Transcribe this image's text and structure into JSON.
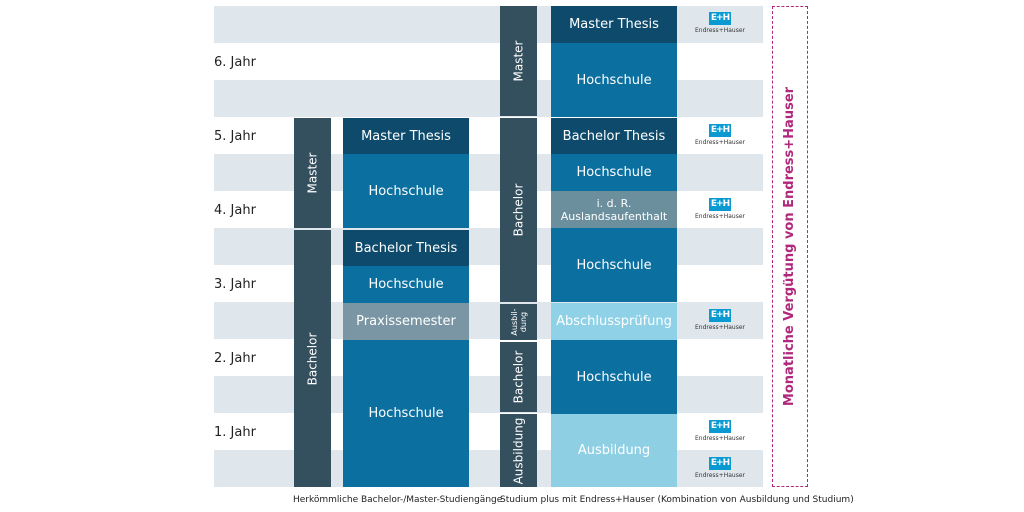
{
  "years": [
    "6. Jahr",
    "5. Jahr",
    "4. Jahr",
    "3. Jahr",
    "2. Jahr",
    "1. Jahr"
  ],
  "left_side": {
    "master": "Master",
    "bachelor": "Bachelor"
  },
  "left_blocks": {
    "master_thesis": "Master Thesis",
    "hochschule_master": "Hochschule",
    "bachelor_thesis": "Bachelor Thesis",
    "hochschule_3": "Hochschule",
    "praxissemester": "Praxissemester",
    "hochschule_bachelor": "Hochschule"
  },
  "right_side": {
    "master": "Master",
    "bachelor_upper": "Bachelor",
    "ausbildung_mid": "Ausbil-\ndung",
    "bachelor_lower": "Bachelor",
    "ausbildung_lower": "Ausbildung"
  },
  "right_blocks": {
    "master_thesis": "Master Thesis",
    "hochschule_master": "Hochschule",
    "bachelor_thesis": "Bachelor Thesis",
    "hochschule_4": "Hochschule",
    "ausland": "i. d. R.\nAuslandsaufenthalt",
    "hochschule_3": "Hochschule",
    "abschluss": "Abschlussprüfung",
    "hochschule_2": "Hochschule",
    "ausbildung": "Ausbildung"
  },
  "logo": {
    "mark": "E+H",
    "text": "Endress+Hauser"
  },
  "right_label": "Monatliche Vergütung von Endress+Hauser",
  "captions": {
    "left": "Herkömmliche Bachelor-/Master-Studiengänge",
    "right": "Studium plus mit Endress+Hauser (Kombination von Ausbildung und Studium)"
  }
}
